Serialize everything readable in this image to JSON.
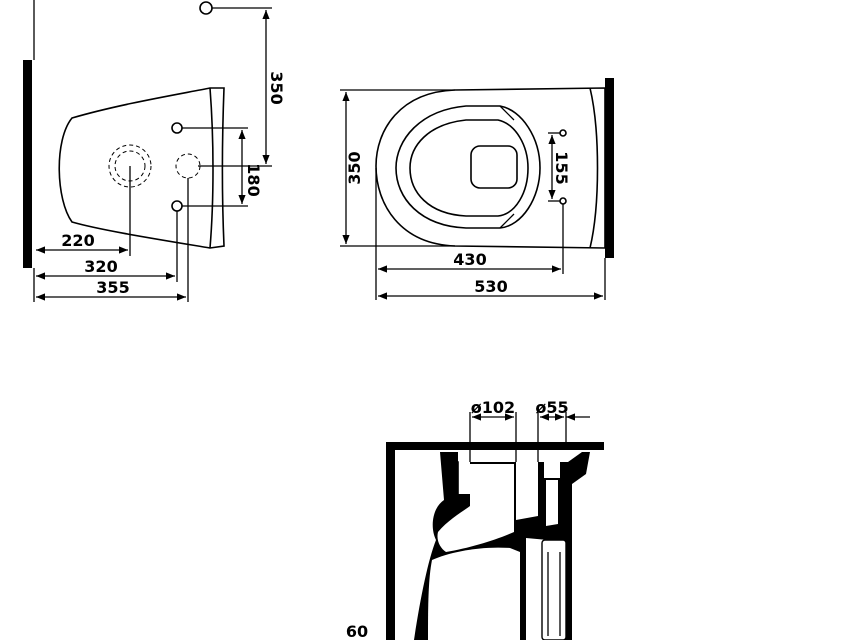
{
  "side_view": {
    "dims": {
      "height_to_inlet": "350",
      "inlet_spacing": "180",
      "d220": "220",
      "d320": "320",
      "d355": "355"
    }
  },
  "top_view": {
    "dims": {
      "width": "350",
      "spacing": "155",
      "d430": "430",
      "d530": "530"
    }
  },
  "section_view": {
    "dims": {
      "outlet_diameter": "ø102",
      "inlet_diameter": "ø55",
      "height": "60"
    }
  }
}
